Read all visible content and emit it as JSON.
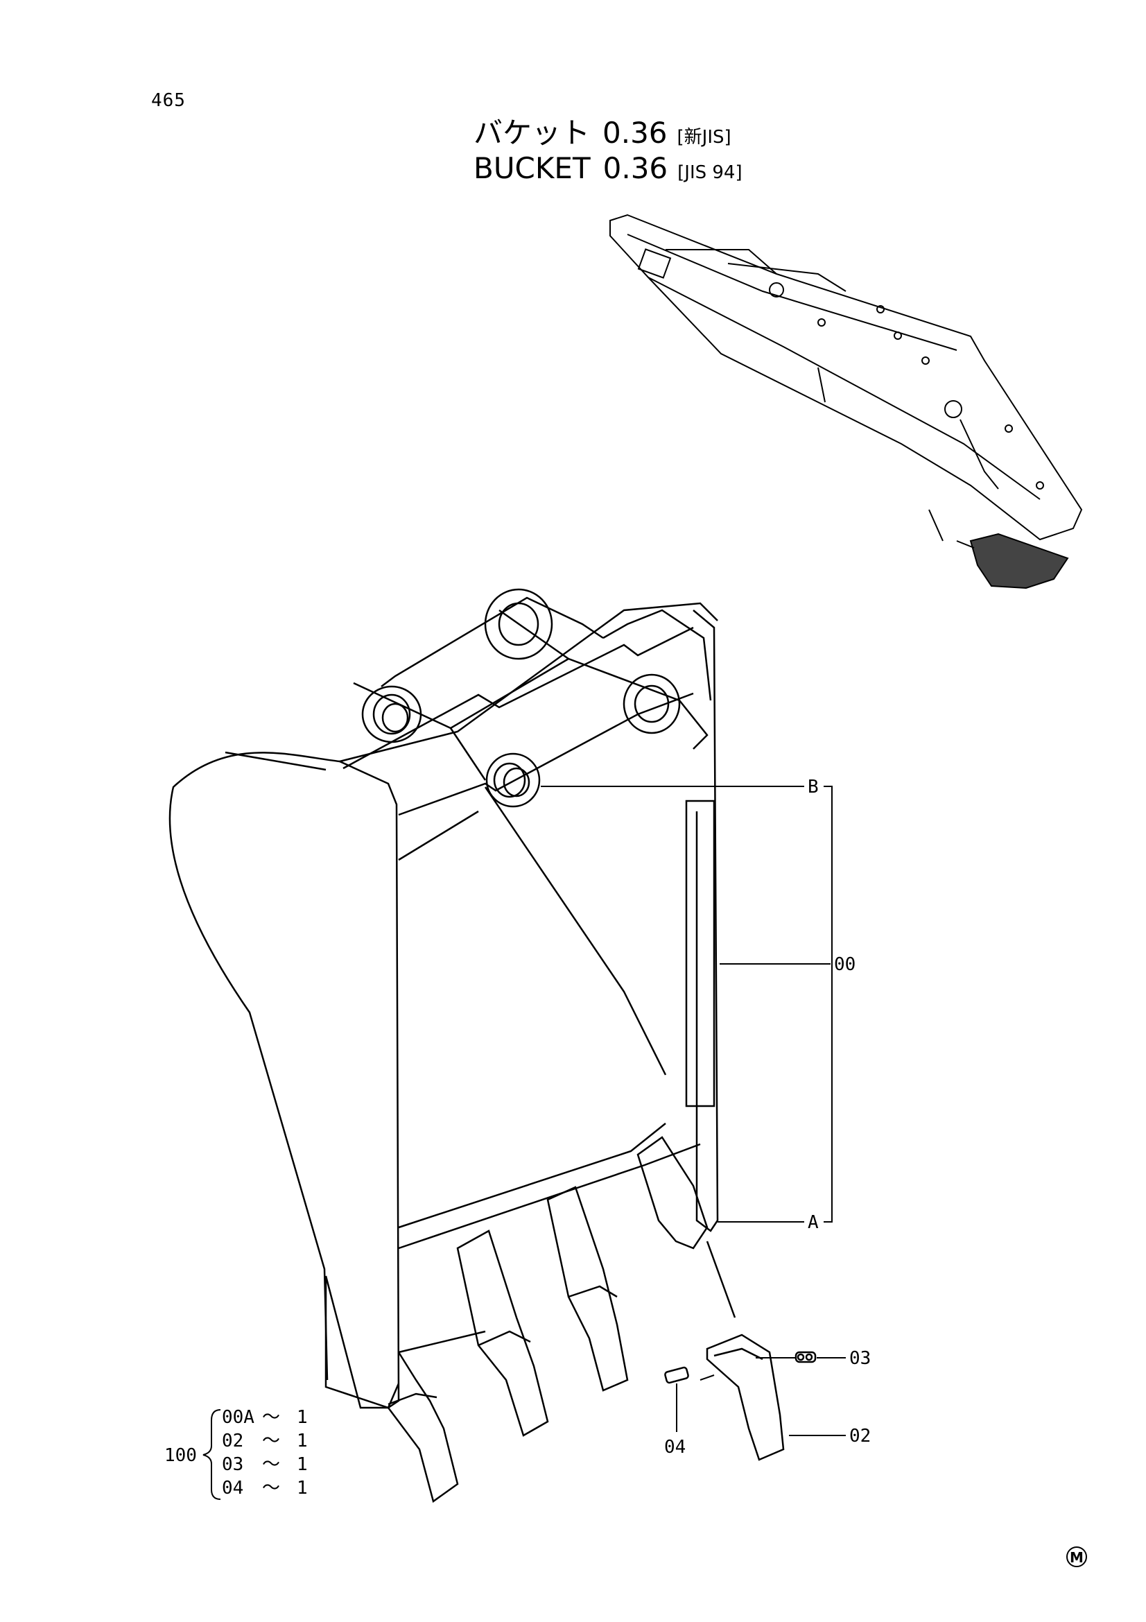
{
  "page": {
    "number": "465"
  },
  "title": {
    "jp_name": "バケット",
    "jp_value": "0.36",
    "jp_standard": "[新JIS]",
    "en_name": "BUCKET",
    "en_value": "0.36",
    "en_standard": "[JIS 94]"
  },
  "callouts": {
    "B": "B",
    "00": "00",
    "A": "A",
    "03": "03",
    "02": "02",
    "04": "04"
  },
  "kit": {
    "number": "100",
    "items": [
      {
        "part": "00A",
        "sep": "〜",
        "qty": "1"
      },
      {
        "part": "02",
        "sep": "〜",
        "qty": "1"
      },
      {
        "part": "03",
        "sep": "〜",
        "qty": "1"
      },
      {
        "part": "04",
        "sep": "〜",
        "qty": "1"
      }
    ]
  },
  "mark": {
    "symbol": "M"
  }
}
